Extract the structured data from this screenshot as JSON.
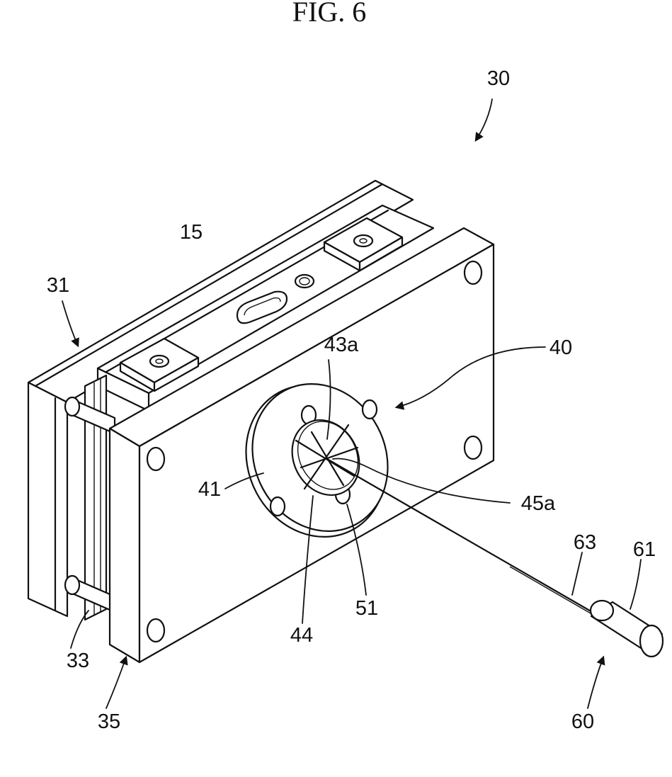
{
  "figure": {
    "title": "FIG. 6",
    "labels": {
      "assembly": "30",
      "cell": "15",
      "left_plate": "31",
      "rod": "33",
      "right_plate": "35",
      "flange_unit": "40",
      "flange": "41",
      "opening": "43a",
      "cross_slit": "44",
      "center": "45a",
      "bolt_hole": "51",
      "tool": "60",
      "tool_body": "61",
      "needle": "63"
    }
  }
}
